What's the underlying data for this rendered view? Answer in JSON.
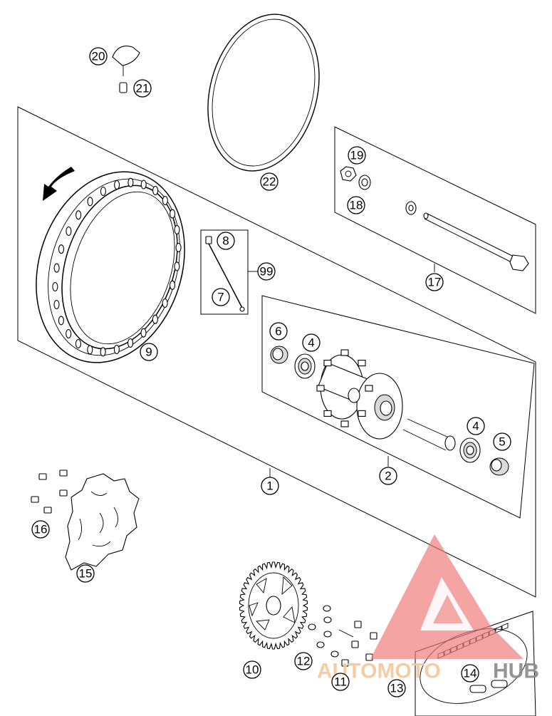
{
  "callouts": {
    "c1": "1",
    "c2": "2",
    "c4a": "4",
    "c4b": "4",
    "c5": "5",
    "c6": "6",
    "c7": "7",
    "c8": "8",
    "c9": "9",
    "c10": "10",
    "c11": "11",
    "c12": "12",
    "c13": "13",
    "c14": "14",
    "c15": "15",
    "c16": "16",
    "c17": "17",
    "c18": "18",
    "c19": "19",
    "c20": "20",
    "c21": "21",
    "c22": "22",
    "c99": "99"
  },
  "watermark": {
    "text_part1": "AUTOMOTO",
    "text_part2": "HUB",
    "color_primary": "#f07a7a",
    "color_secondary": "#f5c79a",
    "color_dark": "#8a8a8a"
  }
}
